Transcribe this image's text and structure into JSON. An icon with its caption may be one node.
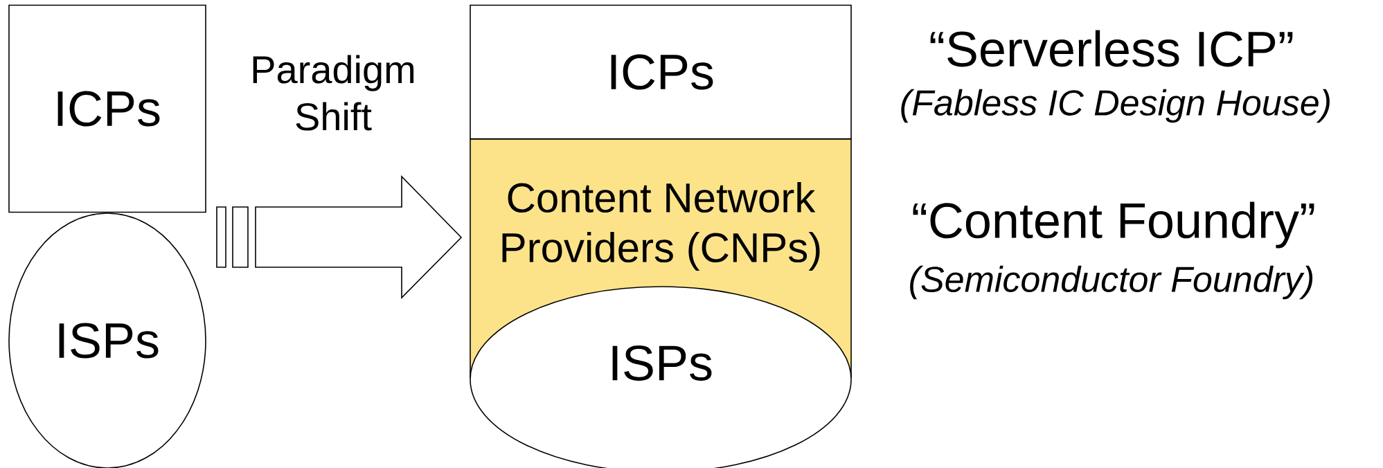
{
  "diagram": {
    "nodes": [
      {
        "text": [
          "ICPs"
        ]
      },
      {
        "text": [
          "ISPs"
        ]
      },
      {
        "text": [
          "ICPs"
        ],
        "beside": [
          "“Serverless ICP”",
          "(Fabless IC Design House)"
        ]
      },
      {
        "text": [
          "Content Network Providers (CNPs)"
        ],
        "beside": [
          "“Content Foundry”",
          "(Semiconductor Foundry)"
        ]
      },
      {
        "text": [
          "ISPs"
        ]
      }
    ],
    "edges": [
      {
        "from": 0,
        "to": 3,
        "arrow": "to",
        "label": "Paradigm Shift"
      }
    ]
  }
}
